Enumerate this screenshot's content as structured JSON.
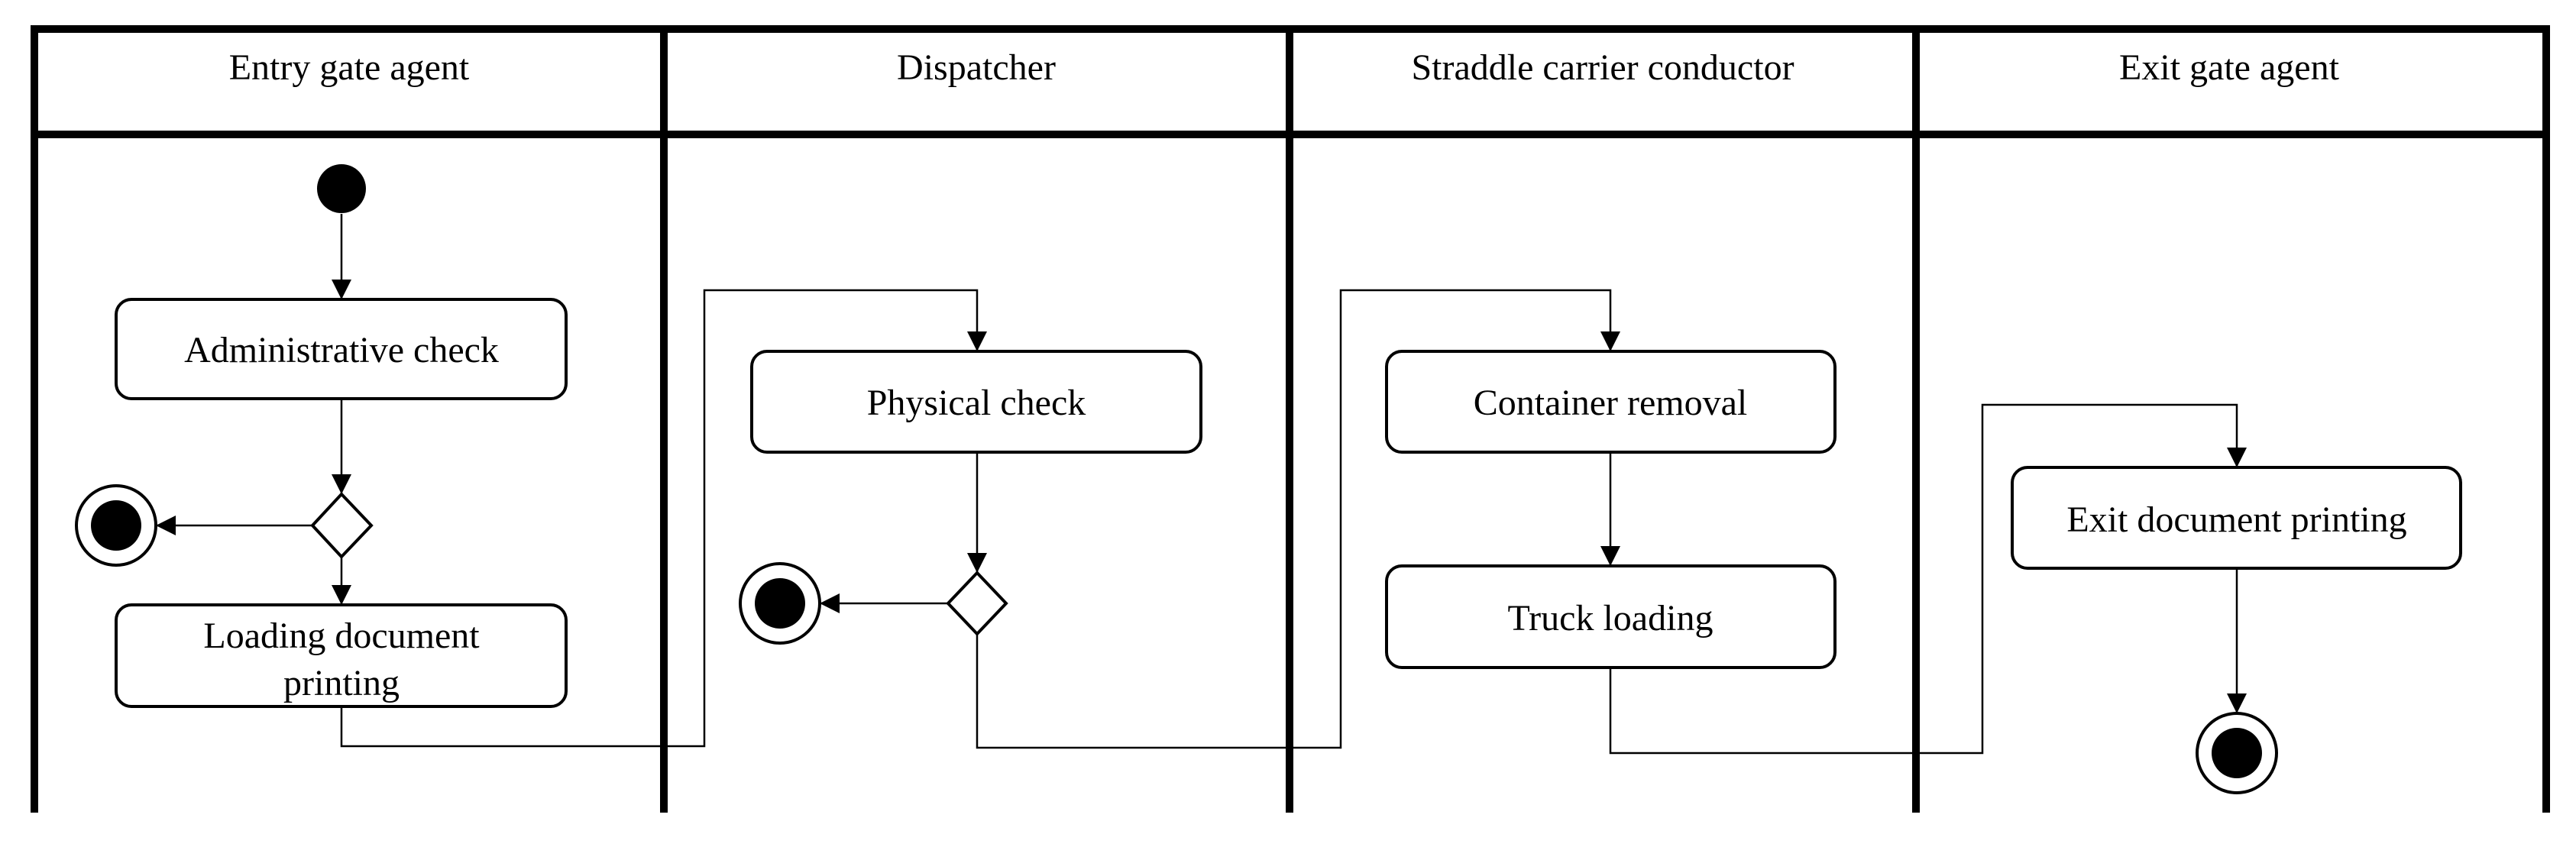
{
  "lanes": [
    {
      "title": "Entry gate agent"
    },
    {
      "title": "Dispatcher"
    },
    {
      "title": "Straddle carrier conductor"
    },
    {
      "title": "Exit gate agent"
    }
  ],
  "activities": {
    "administrative_check": "Administrative check",
    "loading_document_printing_line1": "Loading document",
    "loading_document_printing_line2": "printing",
    "physical_check": "Physical check",
    "container_removal": "Container removal",
    "truck_loading": "Truck loading",
    "exit_document_printing": "Exit document printing"
  }
}
